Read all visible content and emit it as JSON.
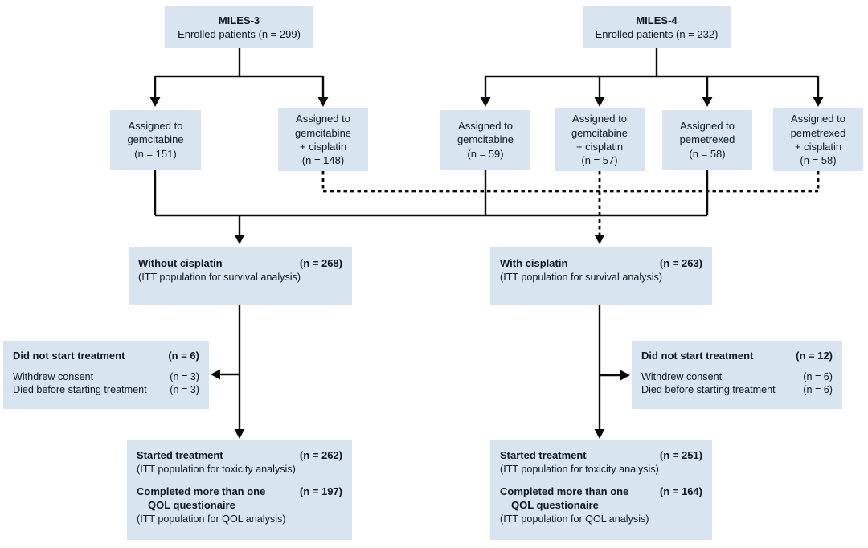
{
  "colors": {
    "box_bg": "#d9e4f1",
    "line": "#0a0a0a",
    "text": "#0e1622"
  },
  "flow": {
    "miles3": {
      "title": "MILES-3",
      "subtitle": "Enrolled patients (n = 299)"
    },
    "miles4": {
      "title": "MILES-4",
      "subtitle": "Enrolled patients (n = 232)"
    },
    "arms": [
      {
        "lines": [
          "Assigned to",
          "gemcitabine",
          "(n = 151)"
        ]
      },
      {
        "lines": [
          "Assigned to",
          "gemcitabine",
          "+ cisplatin",
          "(n = 148)"
        ]
      },
      {
        "lines": [
          "Assigned to",
          "gemcitabine",
          "(n = 59)"
        ]
      },
      {
        "lines": [
          "Assigned to",
          "gemcitabine",
          "+ cisplatin",
          "(n = 57)"
        ]
      },
      {
        "lines": [
          "Assigned to",
          "pemetrexed",
          "(n = 58)"
        ]
      },
      {
        "lines": [
          "Assigned to",
          "pemetrexed",
          "+ cisplatin",
          "(n = 58)"
        ]
      }
    ],
    "pooled": {
      "without": {
        "label": "Without cisplatin",
        "n": "(n = 268)",
        "note": "(ITT population for survival analysis)"
      },
      "with": {
        "label": "With cisplatin",
        "n": "(n = 263)",
        "note": "(ITT population for survival analysis)"
      }
    },
    "dropout": {
      "left": {
        "header": "Did not start treatment",
        "header_n": "(n = 6)",
        "rows": [
          {
            "label": "Withdrew consent",
            "n": "(n = 3)"
          },
          {
            "label": "Died before starting treatment",
            "n": "(n = 3)"
          }
        ]
      },
      "right": {
        "header": "Did not start treatment",
        "header_n": "(n = 12)",
        "rows": [
          {
            "label": "Withdrew consent",
            "n": "(n = 6)"
          },
          {
            "label": "Died before starting treatment",
            "n": "(n = 6)"
          }
        ]
      }
    },
    "outcome": {
      "left": {
        "started_label": "Started treatment",
        "started_n": "(n = 262)",
        "started_note": "(ITT population for toxicity analysis)",
        "completed_label": "Completed more than one",
        "completed_n": "(n = 197)",
        "completed_label2": "QOL questionaire",
        "qol_note": "(ITT population for QOL analysis)"
      },
      "right": {
        "started_label": "Started treatment",
        "started_n": "(n = 251)",
        "started_note": "(ITT population for toxicity analysis)",
        "completed_label": "Completed more than one",
        "completed_n": "(n = 164)",
        "completed_label2": "QOL questionaire",
        "qol_note": "(ITT population for QOL analysis)"
      }
    }
  }
}
